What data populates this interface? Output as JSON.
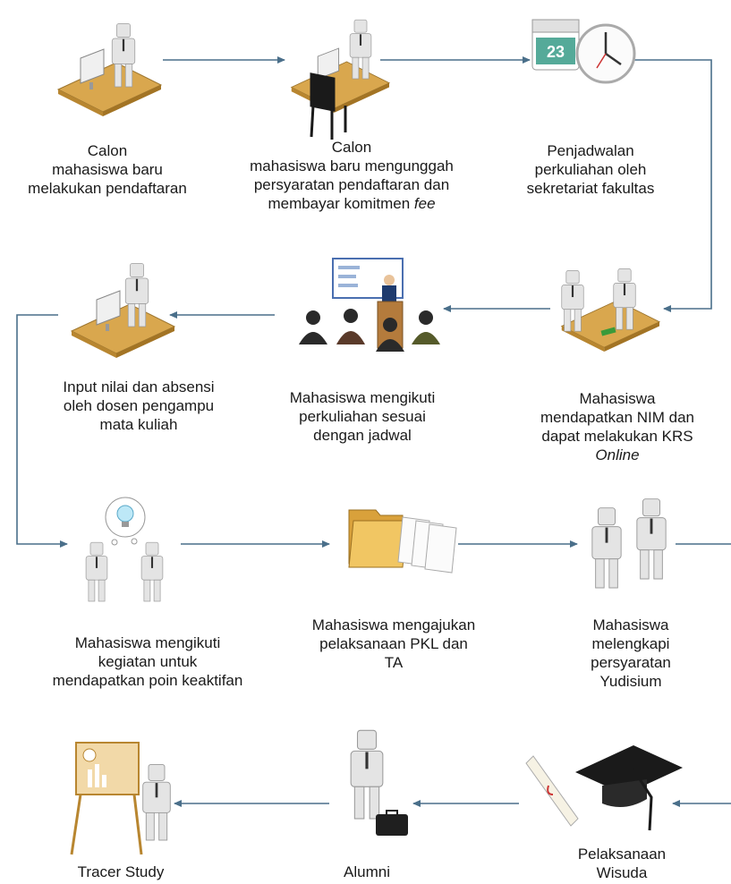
{
  "colors": {
    "arrow": "#4a6f8a",
    "desk": "#d9a74e",
    "person": "#e2e2e2",
    "person_stroke": "#9a9a9a",
    "dark": "#1f1f1f"
  },
  "steps": [
    {
      "id": "s1",
      "icon": "registration-desk-icon",
      "lines": [
        "Calon",
        "mahasiswa baru",
        "melakukan pendaftaran"
      ]
    },
    {
      "id": "s2",
      "icon": "upload-desk-icon",
      "lines": [
        "Calon",
        "mahasiswa baru mengunggah",
        "persyaratan pendaftaran dan"
      ],
      "line_pre": "membayar komitmen ",
      "line_italic": "fee"
    },
    {
      "id": "s3",
      "icon": "calendar-clock-icon",
      "calendar_day": "23",
      "lines": [
        "Penjadwalan",
        "perkuliahan oleh",
        "sekretariat fakultas"
      ]
    },
    {
      "id": "s4",
      "icon": "meeting-desk-icon",
      "lines": [
        "Mahasiswa",
        "mendapatkan NIM dan",
        "dapat melakukan KRS"
      ],
      "line_italic": "Online"
    },
    {
      "id": "s5",
      "icon": "lecture-icon",
      "lines": [
        "Mahasiswa mengikuti",
        "perkuliahan sesuai",
        "dengan jadwal"
      ]
    },
    {
      "id": "s6",
      "icon": "grading-desk-icon",
      "lines": [
        "Input nilai dan absensi",
        "oleh dosen pengampu",
        "mata kuliah"
      ]
    },
    {
      "id": "s7",
      "icon": "idea-people-icon",
      "lines": [
        "Mahasiswa mengikuti",
        "kegiatan untuk",
        "mendapatkan poin keaktifan"
      ]
    },
    {
      "id": "s8",
      "icon": "folder-documents-icon",
      "lines": [
        "Mahasiswa mengajukan",
        "pelaksanaan PKL dan",
        "TA"
      ]
    },
    {
      "id": "s9",
      "icon": "handshake-icon",
      "lines": [
        "Mahasiswa",
        "melengkapi",
        "persyaratan",
        "Yudisium"
      ]
    },
    {
      "id": "s10",
      "icon": "graduation-cap-icon",
      "lines": [
        "Pelaksanaan",
        "Wisuda"
      ]
    },
    {
      "id": "s11",
      "icon": "alumni-briefcase-icon",
      "lines": [
        "Alumni"
      ]
    },
    {
      "id": "s12",
      "icon": "presentation-board-icon",
      "lines": [
        "Tracer Study"
      ]
    }
  ]
}
